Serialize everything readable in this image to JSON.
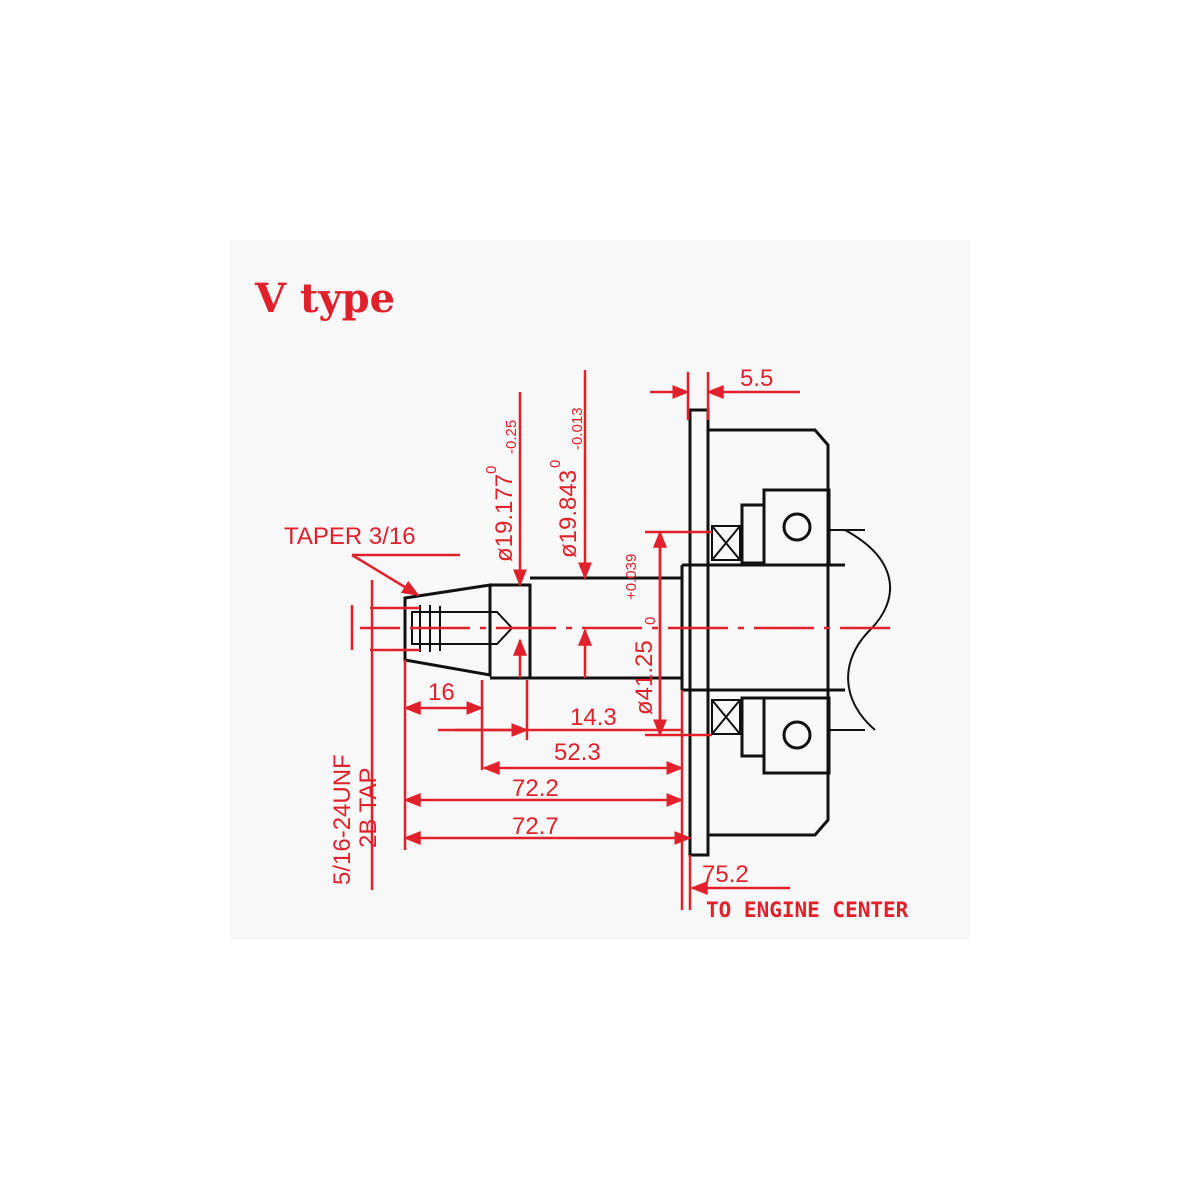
{
  "title": "V  type",
  "dims": {
    "taper": "TAPER 3/16",
    "d19177": "ø19.177",
    "d19177_tol_upper": "0",
    "d19177_tol_lower": "-0.25",
    "d19843": "ø19.843",
    "d19843_tol_upper": "0",
    "d19843_tol_lower": "-0.013",
    "d41_25": "ø41.25",
    "d41_25_tol_upper": "+0.039",
    "d41_25_tol_lower": "0",
    "d5_5": "5.5",
    "d16": "16",
    "d14_3": "14.3",
    "d52_3": "52.3",
    "d72_2": "72.2",
    "d72_7": "72.7",
    "d75_2": "75.2",
    "tap_line1": "5/16-24UNF",
    "tap_line2": "2B TAP",
    "engine_center": "TO ENGINE CENTER"
  }
}
